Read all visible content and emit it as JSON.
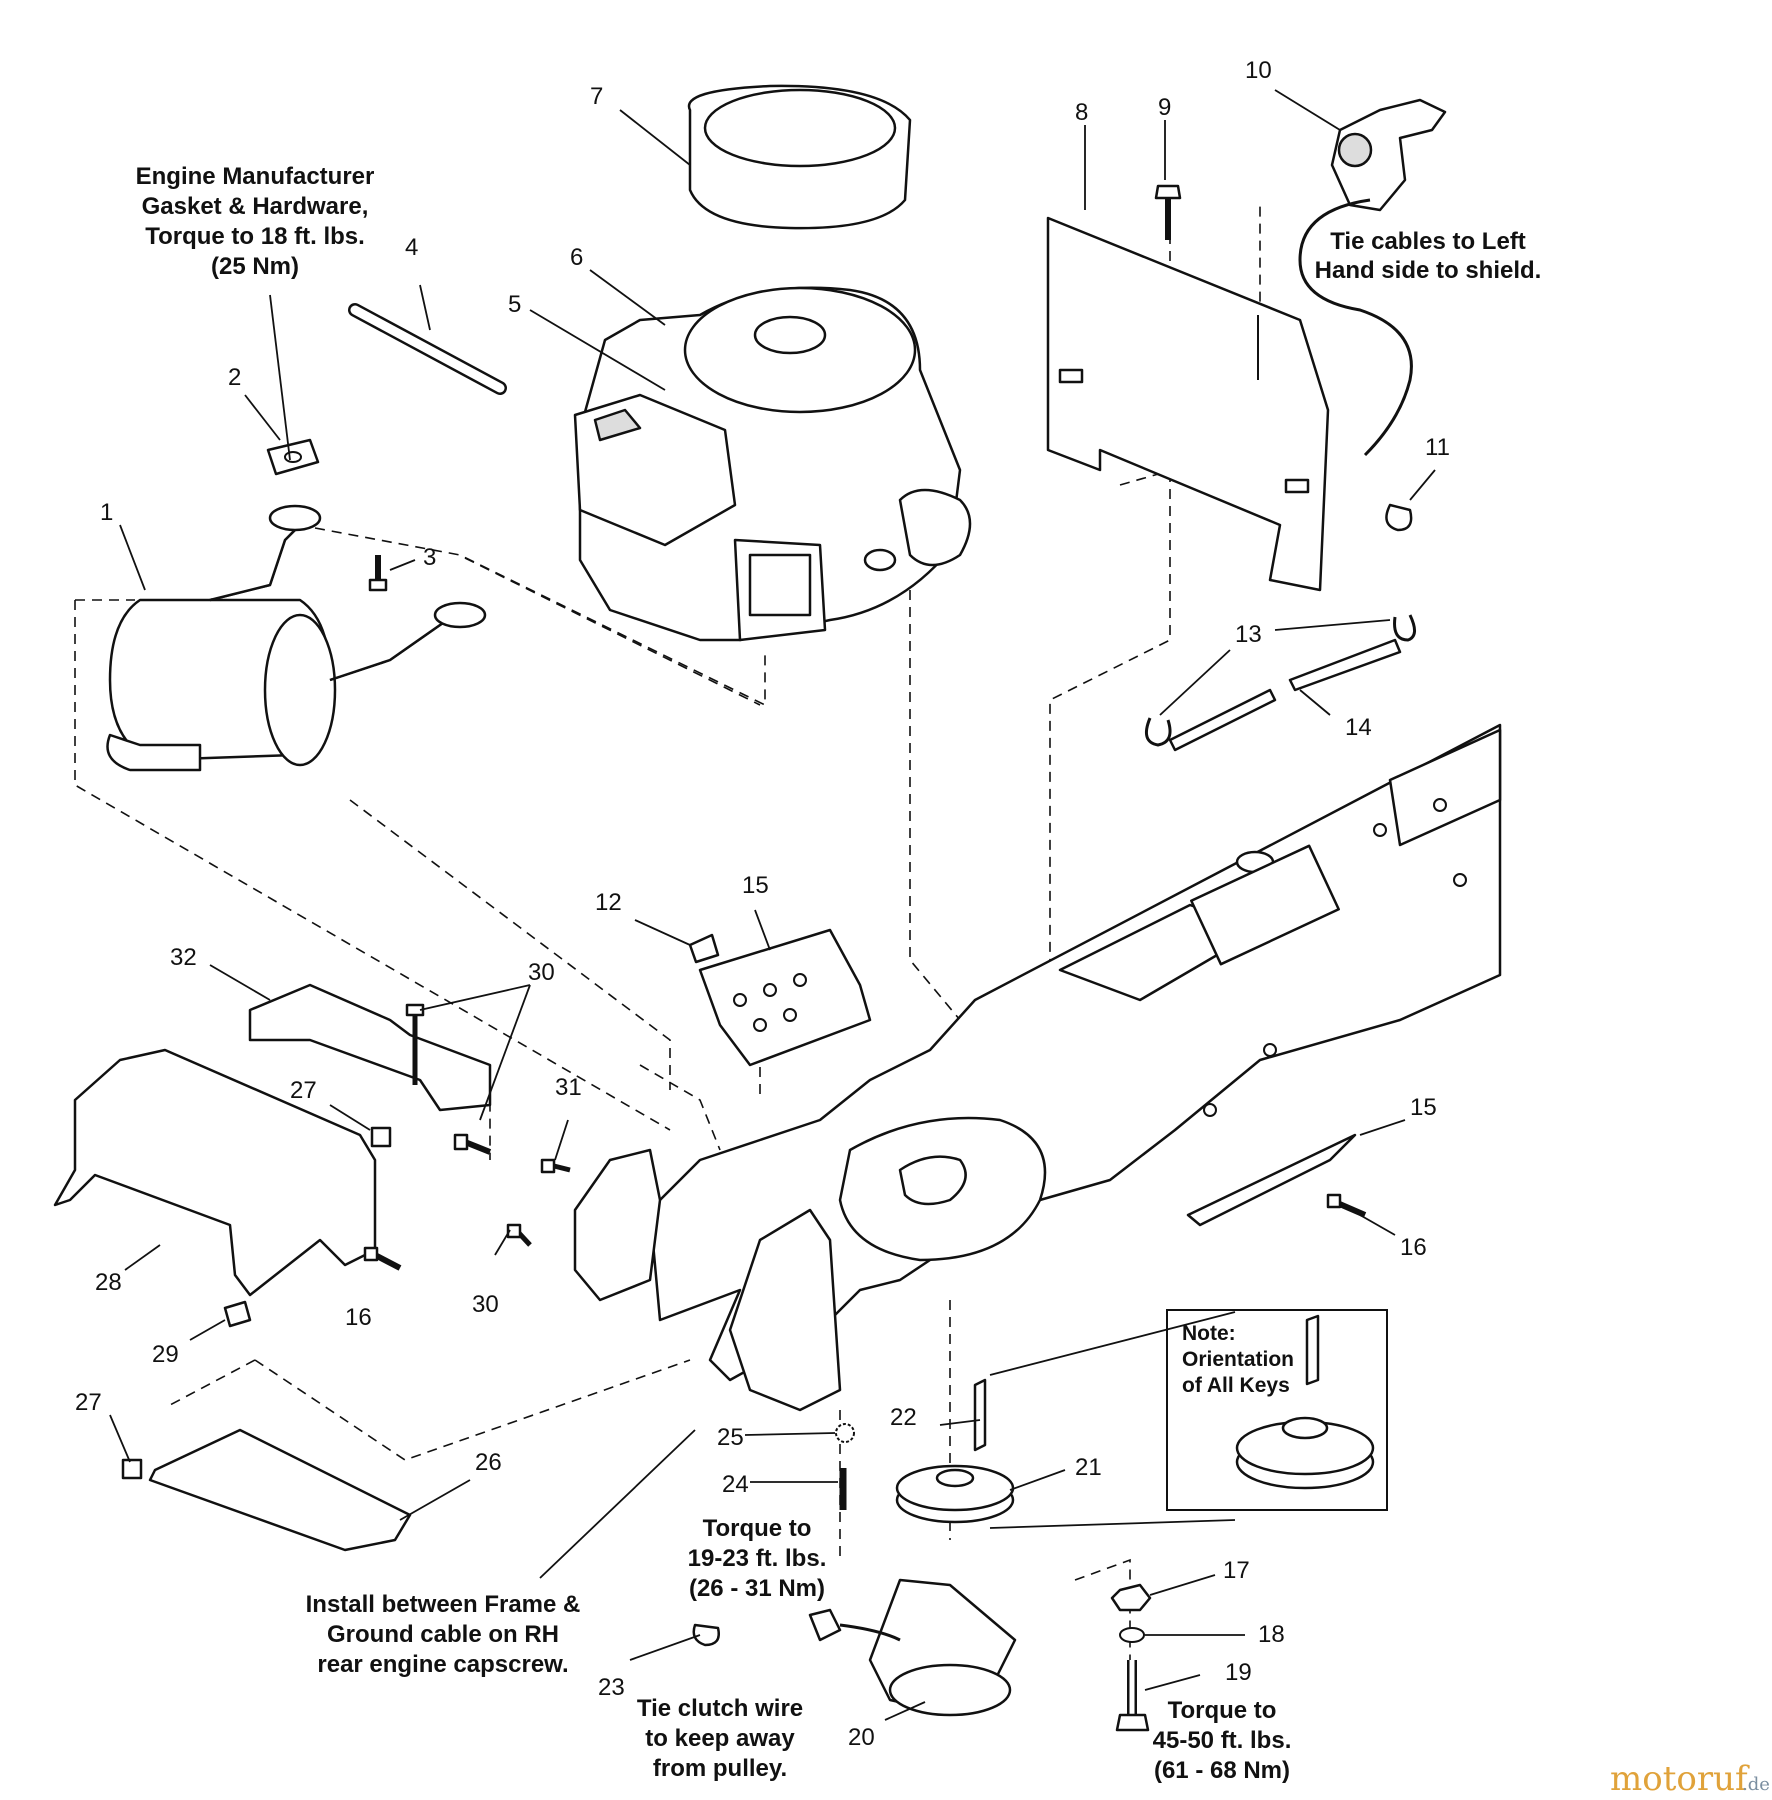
{
  "notes": {
    "engine_gasket": [
      "Engine Manufacturer",
      "Gasket & Hardware,",
      "Torque to 18 ft. lbs.",
      "(25 Nm)"
    ],
    "tie_cables": [
      "Tie cables to Left",
      "Hand side to shield."
    ],
    "install_between": [
      "Install between Frame &",
      "Ground cable on RH",
      "rear engine capscrew."
    ],
    "torque_24": [
      "Torque to",
      "19-23 ft. lbs.",
      "(26 - 31 Nm)"
    ],
    "tie_clutch": [
      "Tie clutch wire",
      "to keep away",
      "from pulley."
    ],
    "torque_19": [
      "Torque to",
      "45-50 ft. lbs.",
      "(61 - 68 Nm)"
    ],
    "keys_box": [
      "Note:",
      "Orientation",
      "of All Keys"
    ]
  },
  "callouts": {
    "c1": "1",
    "c2": "2",
    "c3": "3",
    "c4": "4",
    "c5": "5",
    "c6": "6",
    "c7": "7",
    "c8": "8",
    "c9": "9",
    "c10": "10",
    "c11": "11",
    "c12": "12",
    "c13": "13",
    "c14": "14",
    "c15a": "15",
    "c15b": "15",
    "c16a": "16",
    "c16b": "16",
    "c17": "17",
    "c18": "18",
    "c19": "19",
    "c20": "20",
    "c21": "21",
    "c22": "22",
    "c23": "23",
    "c24": "24",
    "c25": "25",
    "c26": "26",
    "c27a": "27",
    "c27b": "27",
    "c28": "28",
    "c29": "29",
    "c30a": "30",
    "c30b": "30",
    "c31": "31",
    "c32": "32"
  },
  "watermark": {
    "brand": "motoruf",
    "suffix": ".de"
  }
}
